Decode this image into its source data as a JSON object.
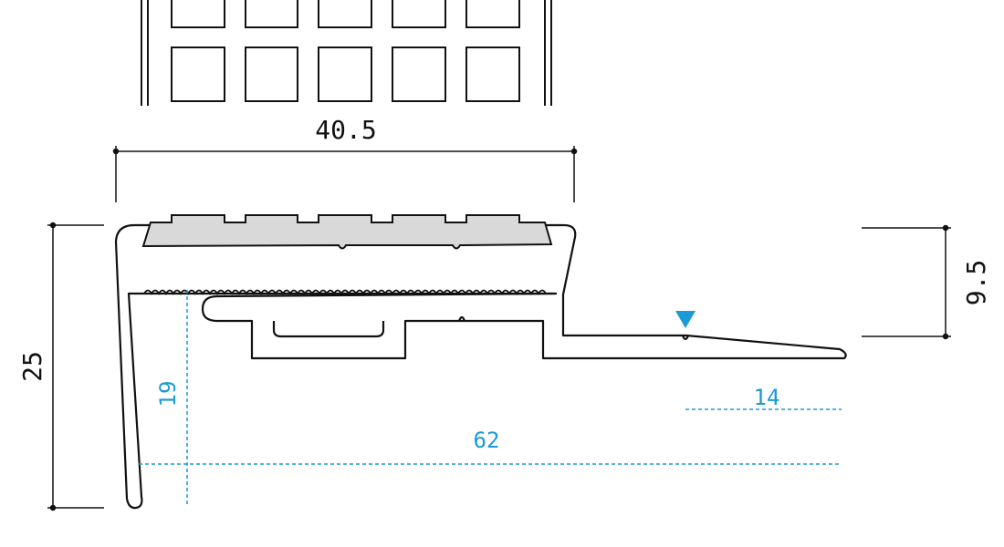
{
  "colors": {
    "line": "#111111",
    "accent": "#1a9ad6",
    "insert_fill": "#d9d9d9",
    "background": "#ffffff"
  },
  "dimensions": {
    "width_top": "40.5",
    "height_total": "25",
    "height_right": "9.5",
    "depth_inner": "19",
    "length_total": "62",
    "length_tail": "14"
  },
  "marker": {
    "icon": "triangle-down-icon"
  }
}
